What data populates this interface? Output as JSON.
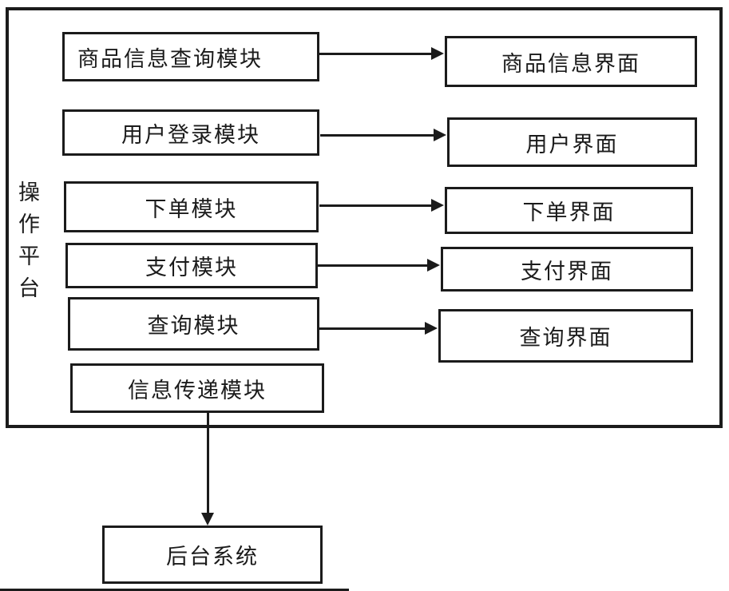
{
  "diagram": {
    "platform": {
      "label": "操作平台"
    },
    "modules": [
      {
        "label": "商品信息查询模块"
      },
      {
        "label": "用户登录模块"
      },
      {
        "label": "下单模块"
      },
      {
        "label": "支付模块"
      },
      {
        "label": "查询模块"
      },
      {
        "label": "信息传递模块"
      }
    ],
    "interfaces": [
      {
        "label": "商品信息界面"
      },
      {
        "label": "用户界面"
      },
      {
        "label": "下单界面"
      },
      {
        "label": "支付界面"
      },
      {
        "label": "查询界面"
      }
    ],
    "backend": {
      "label": "后台系统"
    },
    "colors": {
      "line": "#1b1b1b",
      "text": "#1b1b1b",
      "background": "#ffffff"
    }
  }
}
